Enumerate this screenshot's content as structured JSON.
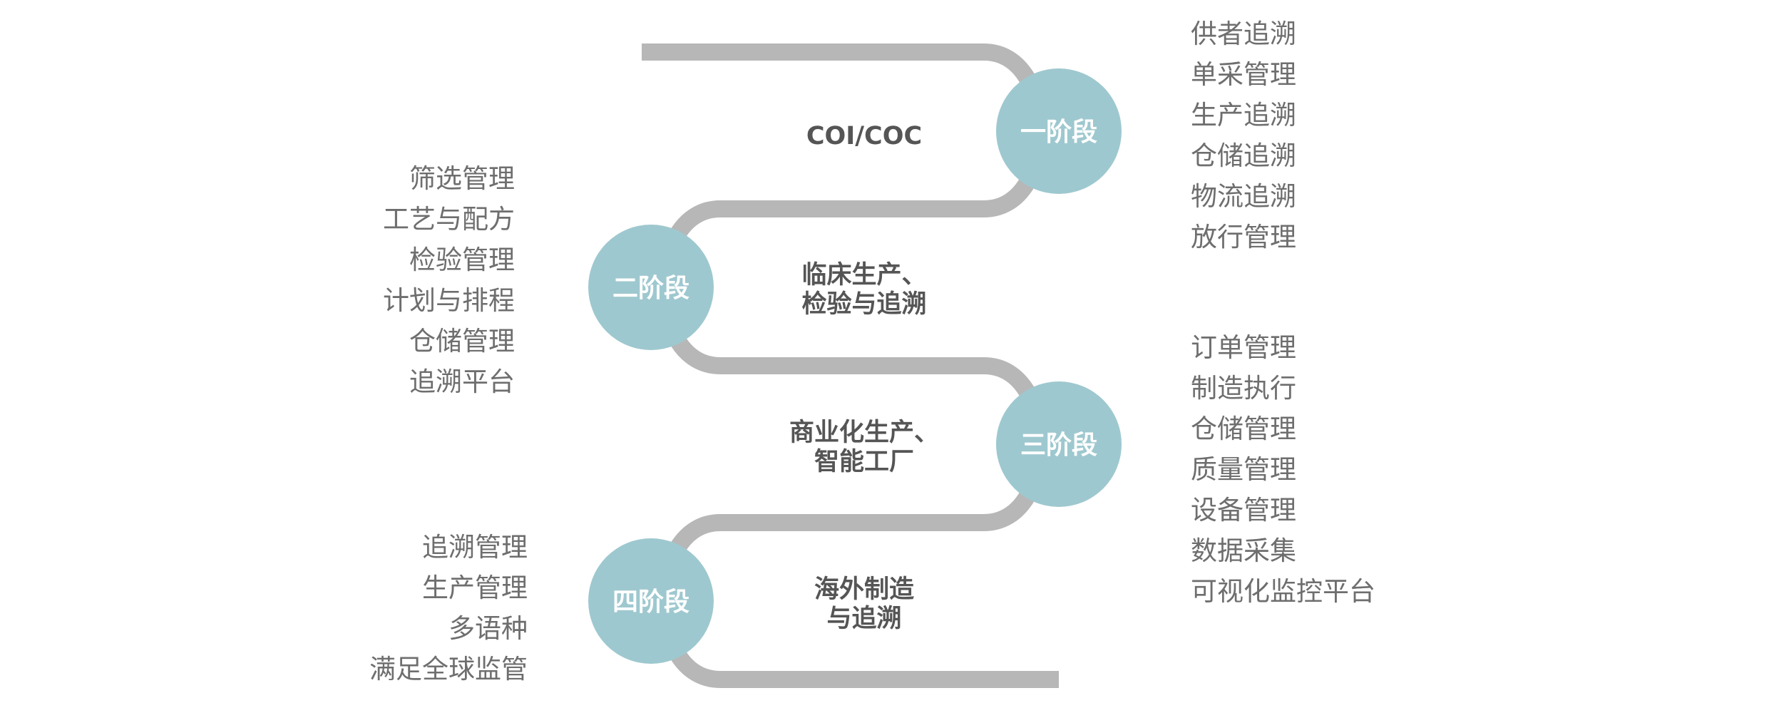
{
  "stages": [
    {
      "label": "一阶段",
      "phase_lines": [
        "COI/COC"
      ],
      "features": [
        "供者追溯",
        "单采管理",
        "生产追溯",
        "仓储追溯",
        "物流追溯",
        "放行管理"
      ]
    },
    {
      "label": "二阶段",
      "phase_lines": [
        "临床生产、",
        "检验与追溯"
      ],
      "features": [
        "筛选管理",
        "工艺与配方",
        "检验管理",
        "计划与排程",
        "仓储管理",
        "追溯平台"
      ]
    },
    {
      "label": "三阶段",
      "phase_lines": [
        "商业化生产、",
        "智能工厂"
      ],
      "features": [
        "订单管理",
        "制造执行",
        "仓储管理",
        "质量管理",
        "设备管理",
        "数据采集",
        "可视化监控平台"
      ]
    },
    {
      "label": "四阶段",
      "phase_lines": [
        "海外制造",
        "与追溯"
      ],
      "features": [
        "追溯管理",
        "生产管理",
        "多语种",
        "满足全球监管"
      ]
    }
  ],
  "colors": {
    "circle": "#9ec8cf",
    "track": "#b7b7b7",
    "phase_text": "#555555",
    "feature_text": "#6e6e6e"
  }
}
